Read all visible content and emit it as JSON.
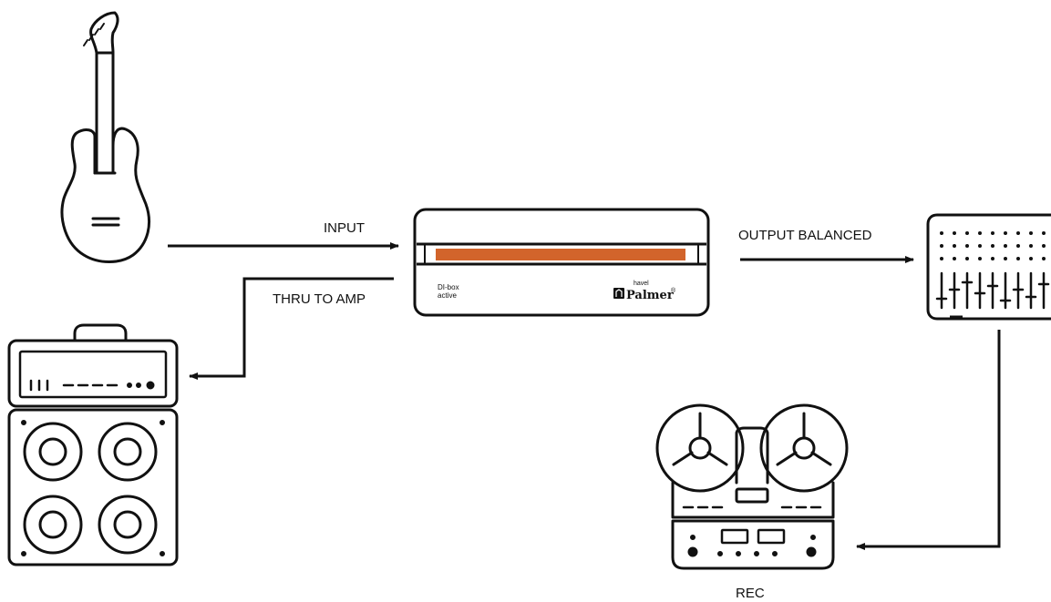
{
  "labels": {
    "input": "INPUT",
    "thru": "THRU TO AMP",
    "output": "OUTPUT BALANCED",
    "rec": "REC"
  },
  "device": {
    "model_line1": "DI-box",
    "model_line2": "active",
    "brand_top": "havel",
    "brand": "Palmer",
    "brand_mark": "®"
  },
  "colors": {
    "line": "#111111",
    "accent": "#d2642b",
    "background": "#ffffff"
  },
  "icons": [
    "electric-guitar-icon",
    "guitar-amp-stack-icon",
    "di-box-icon",
    "mixing-console-icon",
    "reel-to-reel-recorder-icon"
  ]
}
